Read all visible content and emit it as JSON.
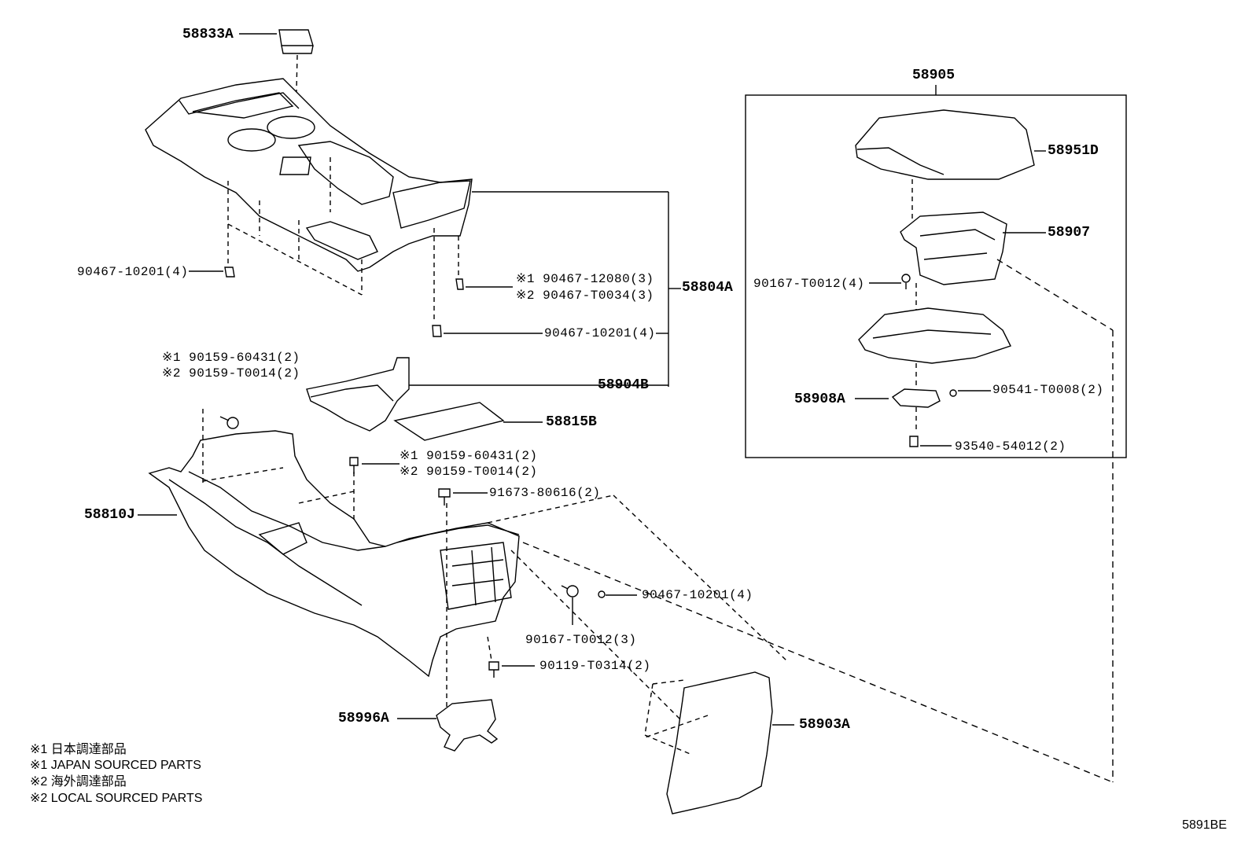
{
  "parts": {
    "p58833A": "58833A",
    "p90467_10201_a": "90467-10201(4)",
    "p90467_12080": "※1 90467-12080(3)",
    "p90467_T0034": "※2 90467-T0034(3)",
    "p58804A": "58804A",
    "p90467_10201_b": "90467-10201(4)",
    "p90159_60431_a": "※1 90159-60431(2)",
    "p90159_T0014_a": "※2 90159-T0014(2)",
    "p58904B": "58904B",
    "p58815B": "58815B",
    "p90159_60431_b": "※1 90159-60431(2)",
    "p90159_T0014_b": "※2 90159-T0014(2)",
    "p91673_80616": "91673-80616(2)",
    "p58810J": "58810J",
    "p90467_10201_c": "90467-10201(4)",
    "p90167_T0012_a": "90167-T0012(3)",
    "p90119_T0314": "90119-T0314(2)",
    "p58996A": "58996A",
    "p58903A": "58903A",
    "p58905": "58905",
    "p58951D": "58951D",
    "p58907": "58907",
    "p90167_T0012_b": "90167-T0012(4)",
    "p58908A": "58908A",
    "p90541_T0008": "90541-T0008(2)",
    "p93540_54012": "93540-54012(2)"
  },
  "notes": [
    "※1 日本調達部品",
    "※1 JAPAN SOURCED PARTS",
    "※2 海外調達部品",
    "※2 LOCAL SOURCED PARTS"
  ],
  "figure_code": "5891BE"
}
